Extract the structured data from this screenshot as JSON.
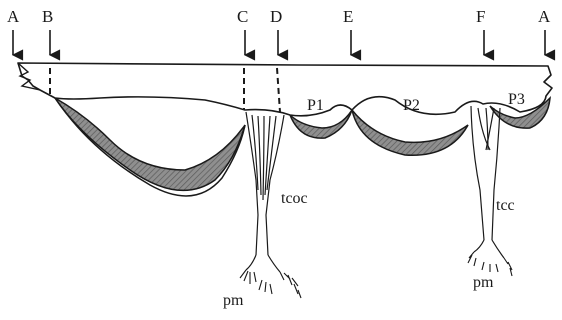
{
  "figure": {
    "top_labels": {
      "a_left": "A",
      "b": "B",
      "c": "C",
      "d": "D",
      "e": "E",
      "f": "F",
      "a_right": "A"
    },
    "parts": {
      "p1": "P1",
      "p2": "P2",
      "p3": "P3",
      "tcoc": "tcoc",
      "tcc": "tcc",
      "pm_left": "pm",
      "pm_right": "pm"
    },
    "colors": {
      "ink": "#1a1a1a",
      "hatch_fill": "#9a9a9a",
      "background": "#ffffff"
    }
  }
}
